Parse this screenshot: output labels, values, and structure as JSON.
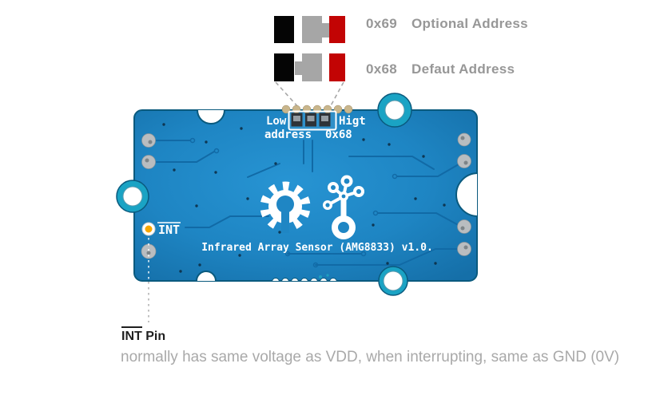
{
  "callout": {
    "rows": [
      {
        "address": "0x69",
        "label": "Optional Address",
        "switch_position": "high"
      },
      {
        "address": "0x68",
        "label": "Defaut Address",
        "switch_position": "low"
      }
    ],
    "switch_colors": {
      "low_block": "#050505",
      "slider_body": "#a6a6a6",
      "high_block": "#c20404"
    },
    "label_color": "#979797"
  },
  "board": {
    "silkscreen": {
      "switch_low": "Low",
      "switch_high": "Higt",
      "address_label": "address",
      "address_value": "0x68",
      "product": "Infrared Array Sensor (AMG8833) v1.0.",
      "int_pad": "INT"
    },
    "colors": {
      "pcb_blue": "#1e85c3",
      "edge_outline": "#0a5a7e",
      "plating_teal": "#1aa3c4",
      "trace_blue": "#116aa6",
      "silkscreen": "#ffffff",
      "int_pad_center": "#f7a600",
      "castellation_tan": "#c9b68c"
    }
  },
  "footnote": {
    "pin_name": "INT",
    "title_rest": " Pin",
    "description": "normally has same voltage as VDD, when interrupting, same as GND (0V)"
  }
}
